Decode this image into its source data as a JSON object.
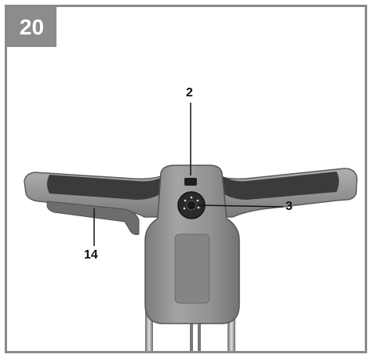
{
  "figure": {
    "number": "20"
  },
  "callouts": {
    "c2": "2",
    "c3": "3",
    "c14": "14"
  },
  "colors": {
    "body": "#8f8f8f",
    "body_dark": "#6e6e6e",
    "grip": "#3a3a3a",
    "frame": "#8a8a8a"
  }
}
